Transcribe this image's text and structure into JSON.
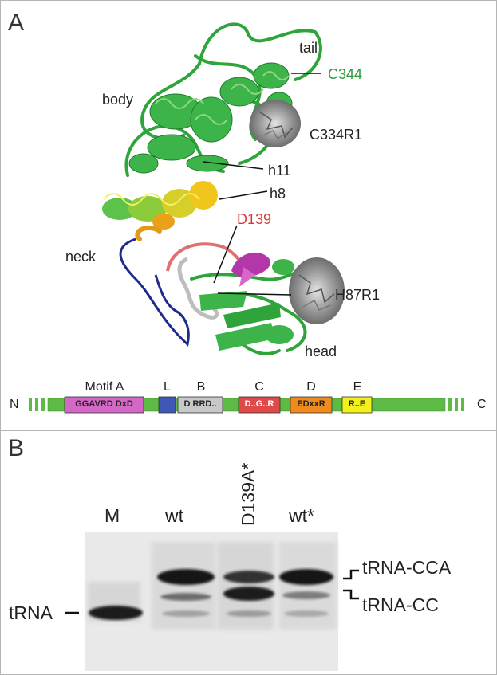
{
  "panel_a": {
    "letter": "A",
    "regions": {
      "tail": "tail",
      "body": "body",
      "neck": "neck",
      "head": "head"
    },
    "residues": {
      "c344": "C344",
      "c334r1": "C334R1",
      "h11": "h11",
      "h8": "h8",
      "d139": "D139",
      "h87r1": "H87R1"
    },
    "domain_bar": {
      "n_term": "N",
      "c_term": "C",
      "motifs": [
        {
          "label": "Motif A",
          "box": "GGAVRD DxD",
          "color": "#d567c6"
        },
        {
          "label": "L",
          "box": "",
          "color": "#3f57b5"
        },
        {
          "label": "B",
          "box": "D RRD..",
          "color": "#c8c8c8"
        },
        {
          "label": "C",
          "box": "D..G..R",
          "color": "#e14848"
        },
        {
          "label": "D",
          "box": "EDxxR",
          "color": "#ef8a1d"
        },
        {
          "label": "E",
          "box": "R..E",
          "color": "#f2f21a"
        }
      ],
      "bar_color": "#5dbb45"
    }
  },
  "panel_b": {
    "letter": "B",
    "lanes": [
      "M",
      "wt",
      "D139A*",
      "wt*"
    ],
    "band_labels": {
      "left": "tRNA",
      "right_top": "tRNA-CCA",
      "right_bottom": "tRNA-CC"
    }
  }
}
